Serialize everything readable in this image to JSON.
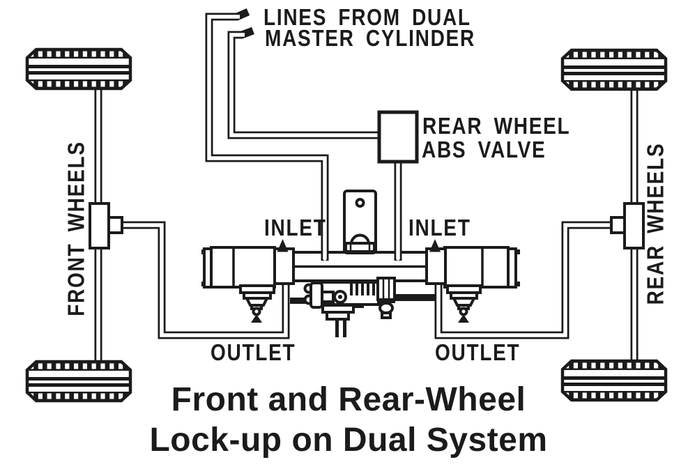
{
  "diagram": {
    "labels": {
      "master_cylinder": {
        "line1": "LINES FROM DUAL",
        "line2": "MASTER CYLINDER"
      },
      "abs_valve": {
        "line1": "REAR WHEEL",
        "line2": "ABS VALVE"
      },
      "front_wheels": "FRONT WHEELS",
      "rear_wheels": "REAR WHEELS",
      "inlet_left": "INLET",
      "inlet_right": "INLET",
      "outlet_left": "OUTLET",
      "outlet_right": "OUTLET"
    },
    "title": {
      "line1": "Front and Rear-Wheel",
      "line2": "Lock-up on Dual System"
    },
    "colors": {
      "ink": "#1b1b1b",
      "background": "#ffffff"
    }
  }
}
